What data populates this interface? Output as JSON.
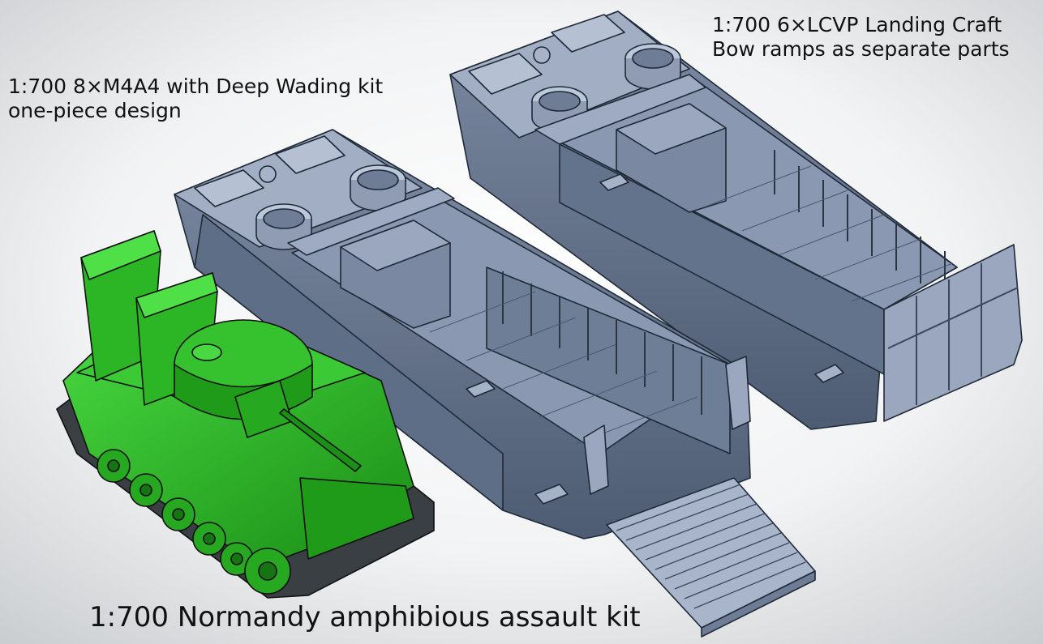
{
  "captions": {
    "tank": {
      "line1": "1:700 8×M4A4 with Deep Wading kit",
      "line2": "one-piece design"
    },
    "lcvp": {
      "line1": "1:700 6×LCVP Landing Craft",
      "line2": "Bow ramps as separate parts"
    },
    "kit_title": "1:700 Normandy amphibious assault kit"
  },
  "colors": {
    "background_center": "#ffffff",
    "background_edge": "#c9cccf",
    "hull_light": "#a6b2c8",
    "hull_mid": "#8593ad",
    "hull_dark": "#56657d",
    "hull_edge": "#1f2a38",
    "tank_light": "#3fd13a",
    "tank_mid": "#22a81d",
    "tank_dark": "#14690f",
    "tread": "#3a3f44",
    "outline": "#101010"
  }
}
